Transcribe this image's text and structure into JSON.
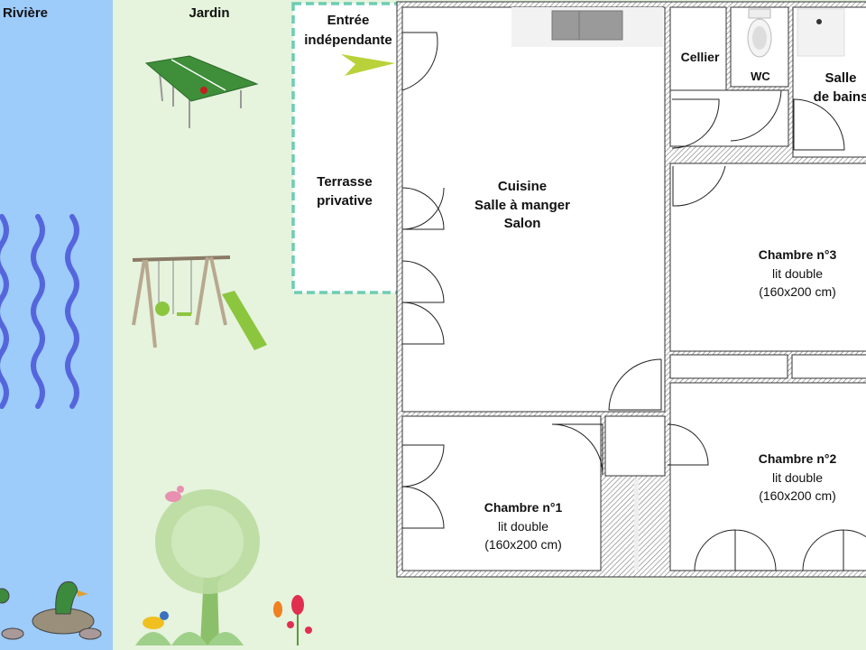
{
  "zones": {
    "river": {
      "label": "Rivière",
      "color": "#9dcbfa"
    },
    "garden": {
      "label": "Jardin",
      "color": "#e6f3dd"
    },
    "terrace": {
      "line1": "Terrasse",
      "line2": "privative",
      "border_color": "#6ccdb3"
    },
    "entrance": {
      "line1": "Entrée",
      "line2": "indépendante",
      "arrow_color": "#b9d23a"
    }
  },
  "rooms": {
    "living": {
      "line1": "Cuisine",
      "line2": "Salle à manger",
      "line3": "Salon"
    },
    "cellier": {
      "label": "Cellier"
    },
    "wc": {
      "label": "WC"
    },
    "bathroom": {
      "line1": "Salle",
      "line2": "de bains"
    },
    "bedroom3": {
      "name": "Chambre n°3",
      "bed": "lit double",
      "size": "(160x200 cm)"
    },
    "bedroom2": {
      "name": "Chambre n°2",
      "bed": "lit double",
      "size": "(160x200 cm)"
    },
    "bedroom1": {
      "name": "Chambre n°1",
      "bed": "lit double",
      "size": "(160x200 cm)"
    }
  },
  "icons": [
    "river-waves-icon",
    "ping-pong-table-icon",
    "swing-set-icon",
    "tree-icon",
    "bird-icon",
    "duck-icon",
    "flower-icon",
    "sink-icon",
    "toilet-icon",
    "shower-icon",
    "door-icon",
    "entrance-arrow-icon"
  ]
}
